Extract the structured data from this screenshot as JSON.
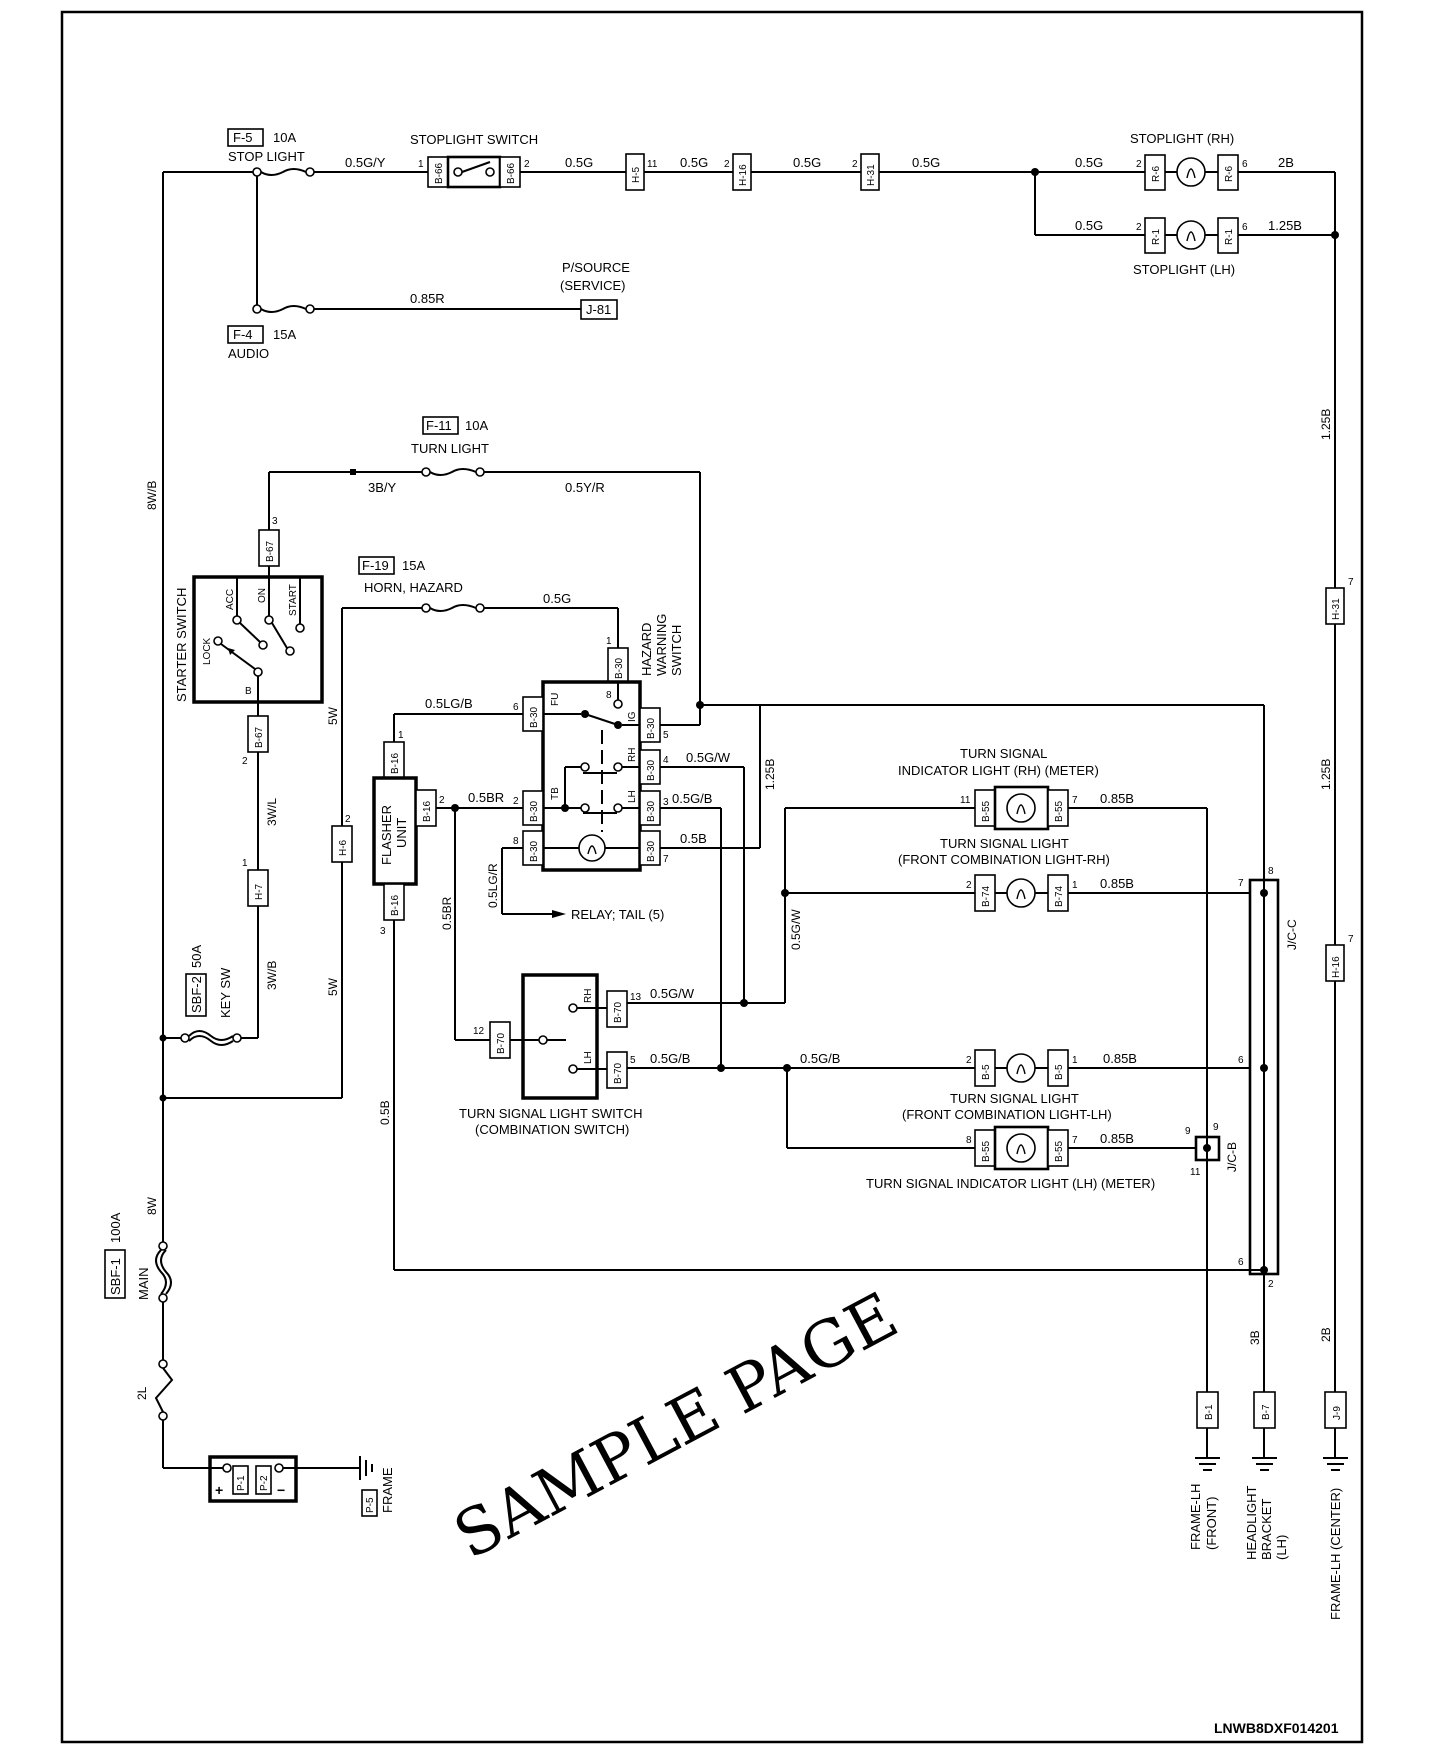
{
  "diagram_id": "LNWB8DXF014201",
  "watermark": "SAMPLE PAGE",
  "fuses": {
    "f5": {
      "id": "F-5",
      "rating": "10A",
      "label": "STOP LIGHT"
    },
    "f4": {
      "id": "F-4",
      "rating": "15A",
      "label": "AUDIO"
    },
    "f11": {
      "id": "F-11",
      "rating": "10A",
      "label": "TURN LIGHT"
    },
    "f19": {
      "id": "F-19",
      "rating": "15A",
      "label": "HORN, HAZARD"
    },
    "sbf2": {
      "id": "SBF-2",
      "rating": "50A",
      "label": "KEY SW"
    },
    "sbf1": {
      "id": "SBF-1",
      "rating": "100A",
      "label": "MAIN"
    }
  },
  "components": {
    "stoplight_switch": "STOPLIGHT SWITCH",
    "psource_1": "P/SOURCE",
    "psource_2": "(SERVICE)",
    "stoplight_rh": "STOPLIGHT (RH)",
    "stoplight_lh": "STOPLIGHT (LH)",
    "starter_switch": "STARTER SWITCH",
    "starter_pos": [
      "LOCK",
      "ACC",
      "ON",
      "START",
      "B"
    ],
    "hazard_1": "HAZARD",
    "hazard_2": "WARNING",
    "hazard_3": "SWITCH",
    "hazard_pins": [
      "FU",
      "IG",
      "RH",
      "LH",
      "TB"
    ],
    "flasher_1": "FLASHER",
    "flasher_2": "UNIT",
    "relay_tail": "RELAY; TAIL (5)",
    "tsl_switch_1": "TURN SIGNAL LIGHT SWITCH",
    "tsl_switch_2": "(COMBINATION SWITCH)",
    "tsl_switch_pins": [
      "RH",
      "LH"
    ],
    "ind_rh_1": "TURN SIGNAL",
    "ind_rh_2": "INDICATOR LIGHT (RH) (METER)",
    "front_rh_1": "TURN SIGNAL LIGHT",
    "front_rh_2": "(FRONT COMBINATION LIGHT-RH)",
    "front_lh_1": "TURN SIGNAL LIGHT",
    "front_lh_2": "(FRONT COMBINATION LIGHT-LH)",
    "ind_lh": "TURN SIGNAL INDICATOR LIGHT (LH) (METER)",
    "jcc": "J/C-C",
    "jcb": "J/C-B",
    "battery_plus": "+",
    "battery_minus": "−",
    "fusible_2l": "2L"
  },
  "grounds": {
    "p5": {
      "conn": "P-5",
      "label": "FRAME"
    },
    "b1": {
      "conn": "B-1",
      "label_1": "FRAME-LH",
      "label_2": "(FRONT)"
    },
    "b7": {
      "conn": "B-7",
      "label_1": "HEADLIGHT",
      "label_2": "BRACKET",
      "label_3": "(LH)"
    },
    "j9": {
      "conn": "J-9",
      "label_1": "FRAME-LH (CENTER)"
    }
  },
  "connectors": {
    "b66": "B-66",
    "h5": "H-5",
    "h16": "H-16",
    "h31": "H-31",
    "r6": "R-6",
    "r1": "R-1",
    "j81": "J-81",
    "b67": "B-67",
    "h7": "H-7",
    "h6": "H-6",
    "b16": "B-16",
    "b30": "B-30",
    "b55": "B-55",
    "b74": "B-74",
    "b5": "B-5",
    "b70": "B-70",
    "p1": "P-1",
    "p2": "P-2"
  },
  "pins": [
    "1",
    "2",
    "3",
    "4",
    "5",
    "6",
    "7",
    "8",
    "9",
    "11",
    "12",
    "13"
  ],
  "wires": {
    "w_8wb": "8W/B",
    "w_05gy": "0.5G/Y",
    "w_05g": "0.5G",
    "w_2b": "2B",
    "w_125b": "1.25B",
    "w_085r": "0.85R",
    "w_3by": "3B/Y",
    "w_05yr": "0.5Y/R",
    "w_3wl": "3W/L",
    "w_3wb": "3W/B",
    "w_5w": "5W",
    "w_05lgb": "0.5LG/B",
    "w_05br": "0.5BR",
    "w_05lgr": "0.5LG/R",
    "w_05gw": "0.5G/W",
    "w_05gb": "0.5G/B",
    "w_05b": "0.5B",
    "w_085b": "0.85B",
    "w_8w": "8W",
    "w_3b": "3B"
  }
}
